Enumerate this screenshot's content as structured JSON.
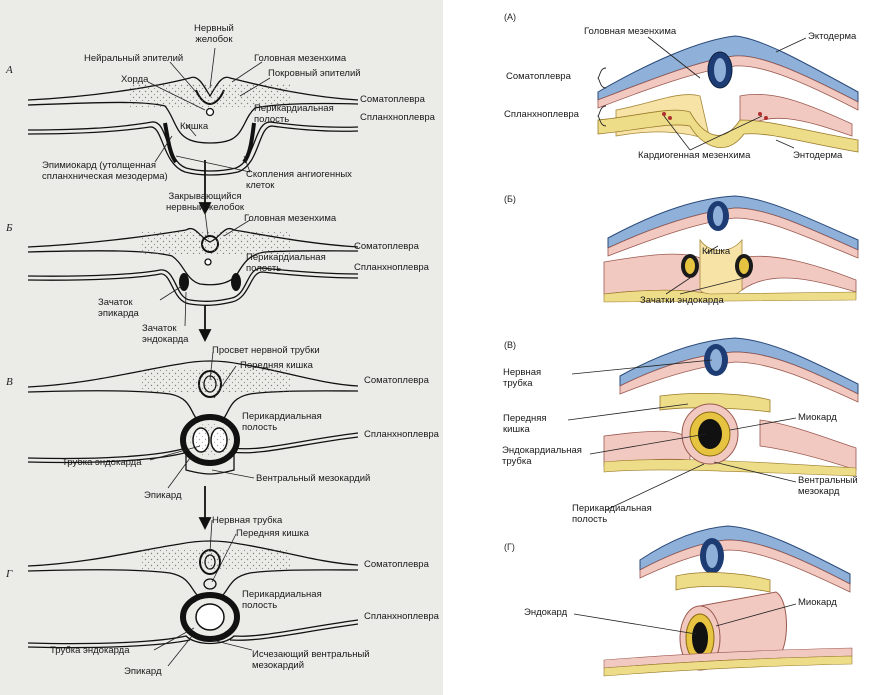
{
  "left": {
    "stages": [
      "А",
      "Б",
      "В",
      "Г"
    ],
    "a": {
      "neural_groove": "Нервный\nжелобок",
      "neural_epithelium": "Нейральный эпителий",
      "head_mesenchyme": "Головная мезенхима",
      "notochord": "Хорда",
      "surface_epithelium": "Покровный эпителий",
      "somatopleure": "Соматоплевра",
      "pericardial_cavity": "Перикардиальная\nполость",
      "gut": "Кишка",
      "splanchnopleure": "Спланхноплевра",
      "epimyocardium": "Эпимиокард (утолщенная\nспланхническая мезодерма)",
      "angiogenic_clusters": "Скопления ангиогенных\nклеток"
    },
    "b": {
      "closing_groove": "Закрывающийся\nнервный желобок",
      "head_mesenchyme": "Головная мезенхима",
      "somatopleure": "Соматоплевра",
      "pericardial_cavity": "Перикардиальная\nполость",
      "splanchnopleure": "Спланхноплевра",
      "epicardium_primordium": "Зачаток\nэпикарда",
      "endocardium_primordium": "Зачаток\nэндокарда"
    },
    "v": {
      "neural_tube_lumen": "Просвет нервной трубки",
      "foregut": "Передняя кишка",
      "somatopleure": "Соматоплевра",
      "pericardial_cavity": "Перикардиальная\nполость",
      "splanchnopleure": "Спланхноплевра",
      "endocardial_tube": "Трубка эндокарда",
      "ventral_mesocardium": "Вентральный мезокардий",
      "epicardium": "Эпикард"
    },
    "g": {
      "neural_tube": "Нервная трубка",
      "foregut": "Передняя кишка",
      "somatopleure": "Соматоплевра",
      "pericardial_cavity": "Перикардиальная\nполость",
      "splanchnopleure": "Спланхноплевра",
      "endocardial_tube": "Трубка эндокарда",
      "vanishing_mesocardium": "Исчезающий вентральный\nмезокардий",
      "epicardium": "Эпикард"
    }
  },
  "right": {
    "stages": [
      "(А)",
      "(Б)",
      "(В)",
      "(Г)"
    ],
    "a": {
      "head_mesenchyme": "Головная мезенхима",
      "ectoderm": "Эктодерма",
      "somatopleure": "Соматоплевра",
      "splanchnopleure": "Спланхноплевра",
      "cardiogenic_mesenchyme": "Кардиогенная мезенхима",
      "endoderm": "Энтодерма"
    },
    "b": {
      "gut": "Кишка",
      "endocardium_primordia": "Зачатки эндокарда"
    },
    "v": {
      "neural_tube": "Нервная\nтрубка",
      "foregut": "Передняя\nкишка",
      "endocardial_tube": "Эндокардиальная\nтрубка",
      "myocardium": "Миокард",
      "ventral_mesocardium": "Вентральный\nмезокард",
      "pericardial_cavity": "Перикардиальная\nполость"
    },
    "g": {
      "endocardium": "Эндокард",
      "myocardium": "Миокард"
    }
  },
  "colors": {
    "ectoderm": "#8fb0d8",
    "mesoderm": "#f2c9c1",
    "endoderm": "#eedd88",
    "myocardium": "#e6c341",
    "left_background": "#ebebe7"
  }
}
